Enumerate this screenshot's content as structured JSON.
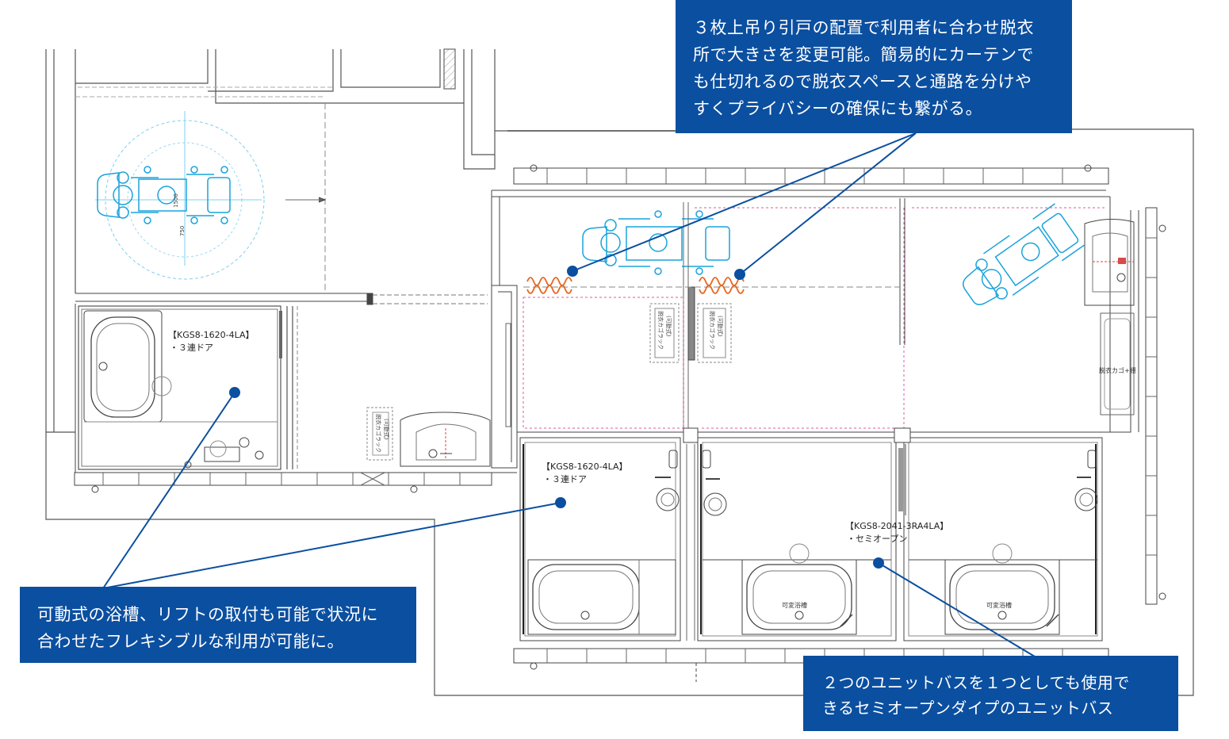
{
  "callouts": {
    "top": "３枚上吊り引戸の配置で利用者に合わせ脱衣\n所で大きさを変更可能。簡易的にカーテンで\nも仕切れるので脱衣スペースと通路を分けや\nすくプライバシーの確保にも繋がる。",
    "left": "可動式の浴槽、リフトの取付も可能で状況に\n合わせたフレキシブルな利用が可能に。",
    "right": "２つのユニットバスを１つとしても使用で\nきるセミオープンダイプのユニットバス"
  },
  "units": {
    "unit1": {
      "model": "【KGS8-1620-4LA】",
      "door": "・３連ドア"
    },
    "unit2": {
      "model": "【KGS8-1620-4LA】",
      "door": "・３連ドア"
    },
    "unit3": {
      "model": "【KGS8-2041-3RA4LA】",
      "door": "・セミオープン"
    }
  },
  "tub_labels": {
    "variable_tub": "可変浴槽"
  },
  "rack_labels": {
    "rack_1": "脱衣カゴラック",
    "rack_1_sub": "(可動式)",
    "basket_shelf": "脱衣カゴ+棚"
  },
  "dimensions": {
    "d1500": "1500",
    "d750": "750"
  },
  "colors": {
    "callout_bg": "#0b4fa0",
    "leader": "#0b4fa0",
    "wheelchair": "#1aa3dc",
    "curtain": "#e8661e",
    "wall": "#444444",
    "pink_dash": "#e05aa0"
  }
}
